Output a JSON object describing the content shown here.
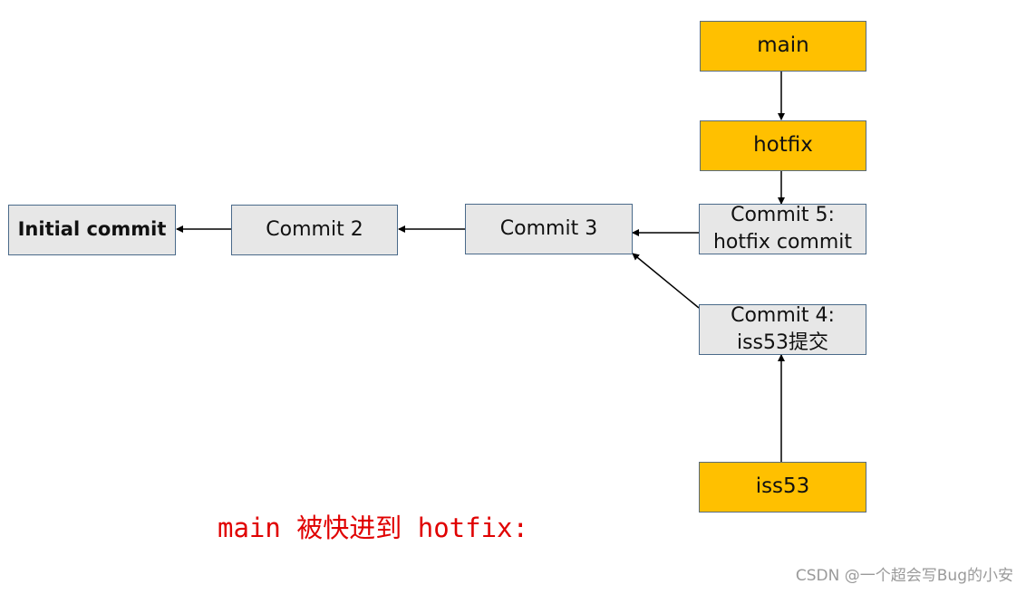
{
  "nodes": {
    "initial": "Initial commit",
    "commit2": "Commit 2",
    "commit3": "Commit 3",
    "commit5_line1": "Commit 5:",
    "commit5_line2": "hotfix commit",
    "commit4_line1": "Commit 4:",
    "commit4_line2": "iss53提交",
    "main": "main",
    "hotfix": "hotfix",
    "iss53": "iss53"
  },
  "edges": [
    {
      "from": "commit2",
      "to": "initial"
    },
    {
      "from": "commit3",
      "to": "commit2"
    },
    {
      "from": "commit5",
      "to": "commit3"
    },
    {
      "from": "commit4",
      "to": "commit3"
    },
    {
      "from": "main",
      "to": "hotfix"
    },
    {
      "from": "hotfix",
      "to": "commit5"
    },
    {
      "from": "iss53",
      "to": "commit4"
    }
  ],
  "colors": {
    "commit_fill": "#e7e7e7",
    "branch_fill": "#ffc000",
    "caption": "#e00000"
  },
  "caption": "main 被快进到 hotfix:",
  "watermark": "CSDN @一个超会写Bug的小安"
}
